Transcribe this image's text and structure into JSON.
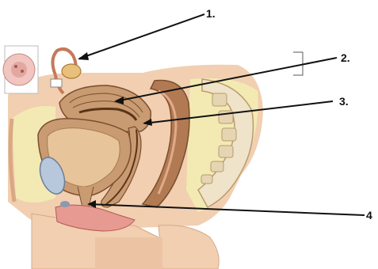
{
  "callouts": [
    {
      "id": "1",
      "label": "1."
    },
    {
      "id": "2",
      "label": "2."
    },
    {
      "id": "3",
      "label": "3."
    },
    {
      "id": "4",
      "label": "4"
    }
  ],
  "colors": {
    "skin": "#f1cfb0",
    "skin_dark": "#d9a882",
    "fat": "#f3eab3",
    "muscle": "#b98a5e",
    "muscle_dark": "#7a4e2e",
    "bone": "#efe3c9",
    "bladder_wall": "#c99b72",
    "bladder_inner": "#e7c49a",
    "rectum": "#b27a52",
    "bladder_cavity": "#b8c8dc",
    "mucosa": "#e79a92",
    "leader": "#111111"
  },
  "icons": [
    "ovary-inset-icon",
    "bracket-icon"
  ]
}
